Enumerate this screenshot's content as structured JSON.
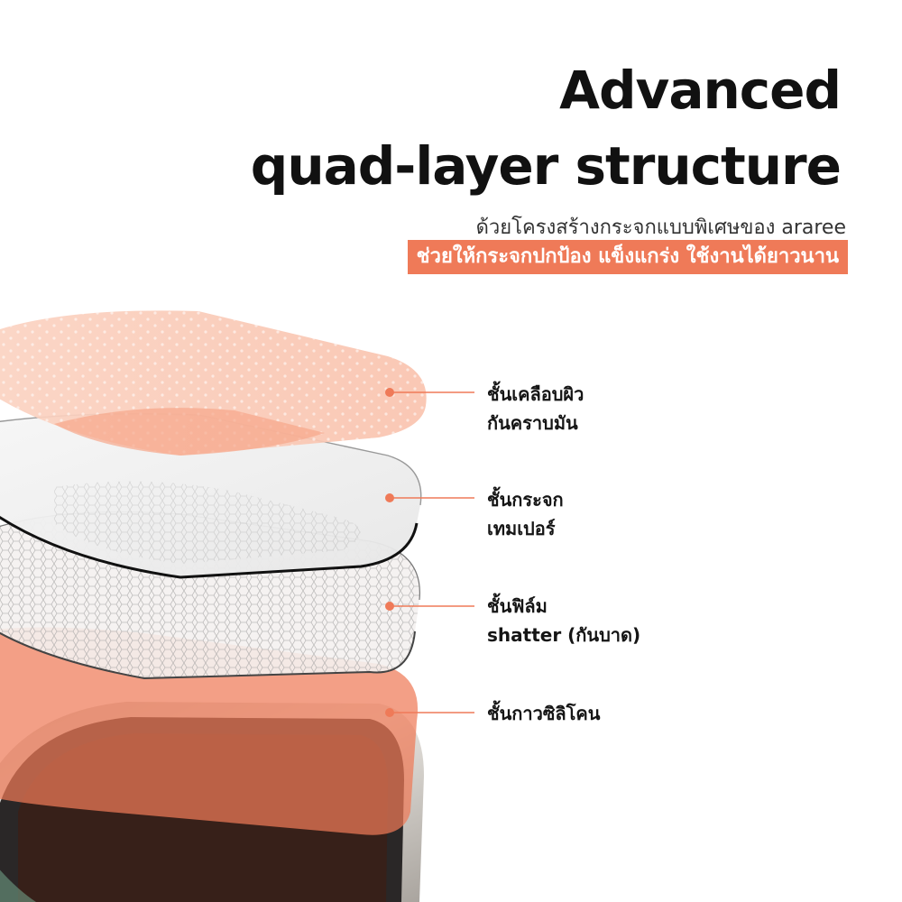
{
  "heading": {
    "line1": "Advanced",
    "line2": "quad-layer structure"
  },
  "subheading": "ด้วยโครงสร้างกระจกแบบพิเศษของ araree",
  "highlight": "ช่วยให้กระจกปกป้อง แข็งแกร่ง ใช้งานได้ยาวนาน",
  "layers": [
    {
      "line1": "ชั้นเคลือบผิว",
      "line2": "กันคราบมัน"
    },
    {
      "line1": "ชั้นกระจก",
      "line2": "เทมเปอร์"
    },
    {
      "line1": "ชั้นฟิล์ม",
      "line2": "shatter (กันบาด)"
    },
    {
      "line1": "ชั้นกาวซิลิโคน",
      "line2": ""
    }
  ],
  "colors": {
    "accent": "#ef7a58",
    "text": "#111111"
  }
}
